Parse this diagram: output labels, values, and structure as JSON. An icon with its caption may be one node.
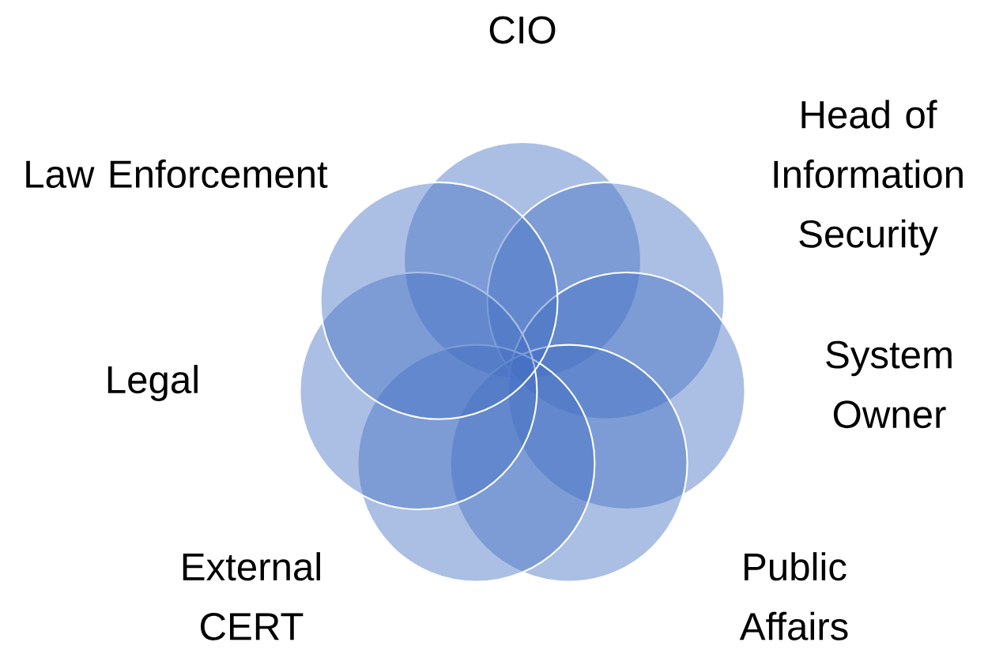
{
  "diagram": {
    "nodes": [
      {
        "text": [],
        "shape": "circle",
        "beside": [
          "CIO"
        ]
      },
      {
        "text": [],
        "shape": "circle",
        "beside": [
          "Head of Information Security"
        ]
      },
      {
        "text": [],
        "shape": "circle",
        "beside": [
          "System Owner"
        ]
      },
      {
        "text": [],
        "shape": "circle",
        "beside": [
          "Public Affairs"
        ]
      },
      {
        "text": [],
        "shape": "circle",
        "beside": [
          "External CERT"
        ]
      },
      {
        "text": [],
        "shape": "circle",
        "beside": [
          "Legal"
        ]
      },
      {
        "text": [],
        "shape": "circle",
        "beside": [
          "Law Enforcement"
        ]
      }
    ]
  }
}
